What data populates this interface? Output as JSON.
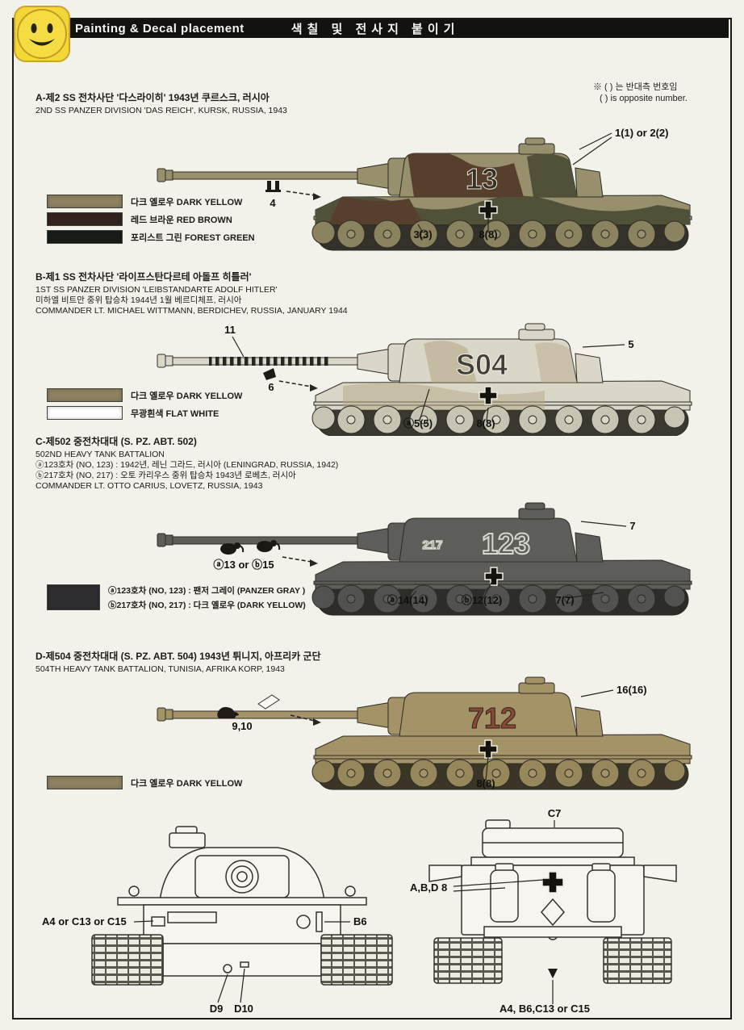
{
  "header": {
    "title_en": "Painting & Decal placement",
    "title_ko": "색칠 및 전사지 붙이기"
  },
  "note": {
    "line1": "※ ( ) 는 반대측 번호임",
    "line2": "( ) is opposite number."
  },
  "sections": [
    {
      "id": "A",
      "lines": [
        "A-제2 SS 전차사단 '다스라이히' 1943년 쿠르스크, 러시아",
        "2ND SS PANZER DIVISION 'DAS REICH', KURSK, RUSSIA, 1943"
      ],
      "turret_number": "13",
      "callouts": {
        "c1": "1(1) or 2(2)",
        "c2": "4",
        "c3": "3(3)",
        "c4": "8(8)"
      },
      "swatches": [
        {
          "color": "#8d8160",
          "label": "다크 옐로우 DARK YELLOW"
        },
        {
          "color": "#342420",
          "label": "레드 브라운 RED BROWN"
        },
        {
          "color": "#171c17",
          "label": "포리스트 그린 FOREST GREEN"
        }
      ]
    },
    {
      "id": "B",
      "lines": [
        "B-제1 SS 전차사단 '라이프스탄다르테 아돌프 히틀러'",
        "1ST SS PANZER DIVISION 'LEIBSTANDARTE ADOLF HITLER'",
        "미하엘 비트만 중위 탑승차 1944년 1월 베르디체프, 러시아",
        "COMMANDER LT. MICHAEL WITTMANN, BERDICHEV, RUSSIA, JANUARY 1944"
      ],
      "turret_number": "S04",
      "callouts": {
        "c1": "11",
        "c2": "5",
        "c3": "6",
        "c4": "ⓐ5(5)",
        "c5": "8(8)"
      },
      "swatches": [
        {
          "color": "#8d8160",
          "label": "다크 옐로우 DARK YELLOW"
        },
        {
          "color": "#ffffff",
          "label": "무광흰색 FLAT WHITE"
        }
      ]
    },
    {
      "id": "C",
      "lines": [
        "C-제502 중전차대대 (S. PZ. ABT. 502)",
        "502ND HEAVY TANK BATTALION",
        "ⓐ123호차 (NO, 123) : 1942년, 레닌 그라드, 러시아 (LENINGRAD, RUSSIA, 1942)",
        "ⓑ217호차 (NO, 217) : 오토 카리우스 중위 탑승차 1943년 로베츠, 러시아",
        "COMMANDER LT. OTTO CARIUS, LOVETZ, RUSSIA, 1943"
      ],
      "turret_number": "123",
      "turret_number_small": "217",
      "callouts": {
        "c1": "7",
        "c2": "ⓐ13 or ⓑ15",
        "c3": "ⓐ14(14)",
        "c4": "ⓑ12(12)",
        "c5": "7(7)"
      },
      "legend": {
        "color": "#2e2e30",
        "line1": "ⓐ123호차 (NO, 123) : 팬저 그레이 (PANZER GRAY )",
        "line2": "ⓑ217호차 (NO, 217) : 다크 옐로우 (DARK YELLOW)"
      }
    },
    {
      "id": "D",
      "lines": [
        "D-제504 중전차대대 (S. PZ. ABT. 504) 1943년 튀니지, 아프리카 군단",
        "504TH HEAVY TANK BATTALION, TUNISIA, AFRIKA KORP, 1943"
      ],
      "turret_number": "712",
      "callouts": {
        "c1": "16(16)",
        "c2": "9,10",
        "c3": "8(8)"
      },
      "swatches": [
        {
          "color": "#8d8160",
          "label": "다크 옐로우 DARK YELLOW"
        }
      ]
    }
  ],
  "views": {
    "front": {
      "c_left": "A4 or C13 or C15",
      "c_right": "B6",
      "c_b1": "D9",
      "c_b2": "D10"
    },
    "rear": {
      "c_top": "C7",
      "c_left": "A,B,D 8",
      "c_bottom": "A4, B6,C13 or C15"
    }
  }
}
